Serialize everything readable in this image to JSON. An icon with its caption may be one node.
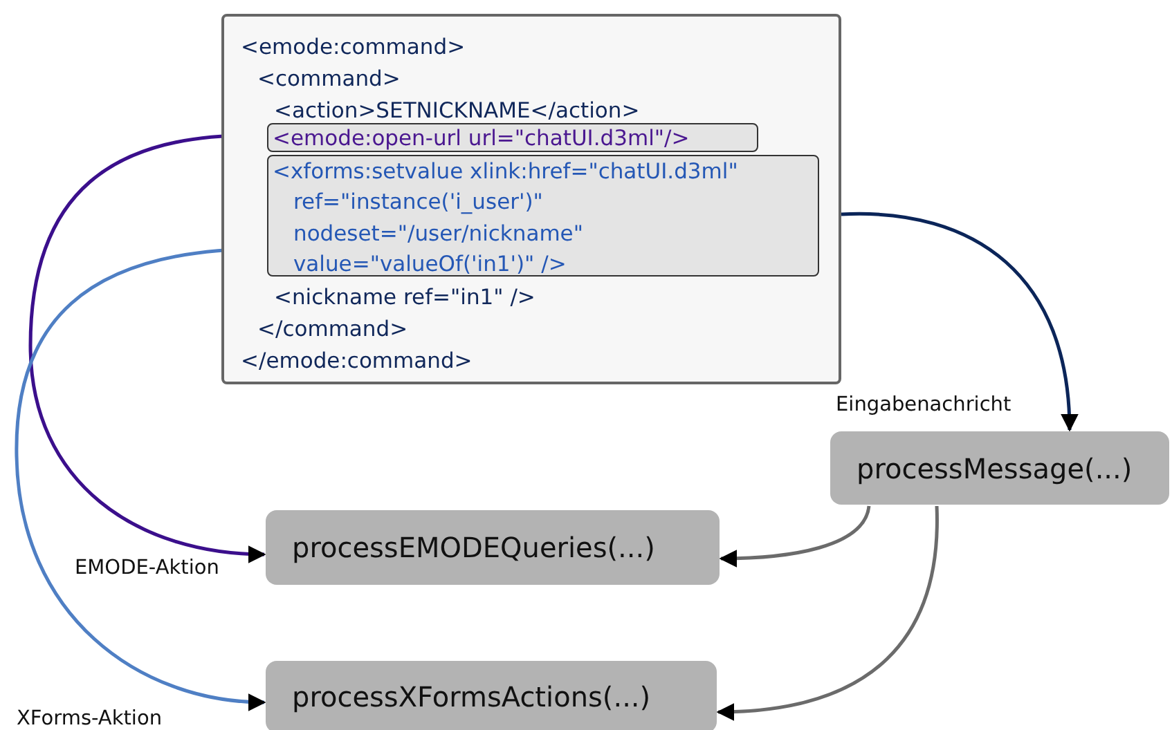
{
  "diagram": {
    "nodes": [
      {
        "text": [
          "<emode:command>",
          "<command>",
          "<action>SETNICKNAME</action>",
          "<nickname ref=\"in1\" />",
          "</command>",
          "</emode:command>"
        ]
      },
      {
        "text": [
          "<emode:open-url url=\"chatUI.d3ml\"/>"
        ],
        "in": 0
      },
      {
        "text": [
          "<xforms:setvalue xlink:href=\"chatUI.d3ml\"",
          "ref=\"instance('i_user')\"",
          "nodeset=\"/user/nickname\"",
          "value=\"valueOf('in1')\" />"
        ],
        "in": 0
      },
      {
        "text": [
          "processMessage(...)"
        ]
      },
      {
        "text": [
          "processEMODEQueries(...)"
        ]
      },
      {
        "text": [
          "processXFormsActions(...)"
        ]
      }
    ],
    "edges": [
      {
        "from": 0,
        "to": 3,
        "arrow": "to",
        "label": "Eingabenachricht",
        "color": "#0b2559"
      },
      {
        "from": 1,
        "to": 4,
        "arrow": "to",
        "label": "EMODE-Aktion",
        "color": "#3b0f8c"
      },
      {
        "from": 2,
        "to": 5,
        "arrow": "to",
        "label": "XForms-Aktion",
        "color": "#4f7fc4"
      },
      {
        "from": 3,
        "to": 4,
        "arrow": "to"
      },
      {
        "from": 3,
        "to": 5,
        "arrow": "to"
      }
    ]
  }
}
